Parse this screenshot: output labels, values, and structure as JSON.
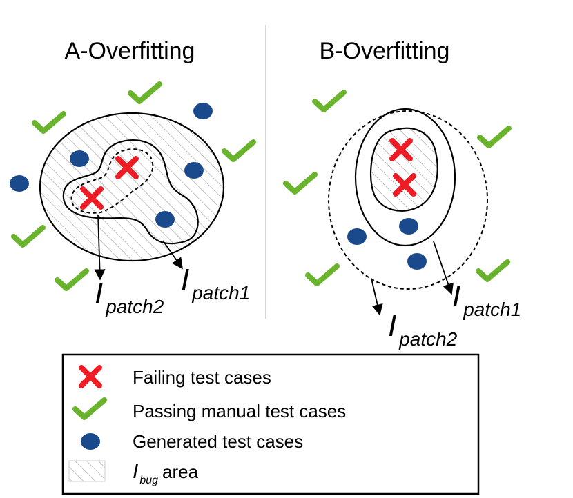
{
  "panels": {
    "a": {
      "title": "A-Overfitting",
      "label_patch2": {
        "main": "I",
        "sub": "patch2"
      },
      "label_patch1": {
        "main": "I",
        "sub": "patch1"
      }
    },
    "b": {
      "title": "B-Overfitting",
      "label_patch2": {
        "main": "I",
        "sub": "patch2"
      },
      "label_patch1": {
        "main": "I",
        "sub": "patch1"
      }
    }
  },
  "legend": {
    "failing": "Failing test cases",
    "passing": "Passing manual test cases",
    "generated": "Generated test cases",
    "area_symbol": "I",
    "area_sub": "bug",
    "area_text": "area"
  },
  "colors": {
    "failing_marker": "#ee1c24",
    "passing_marker": "#6ab42d",
    "generated_marker": "#1b4a8c"
  }
}
